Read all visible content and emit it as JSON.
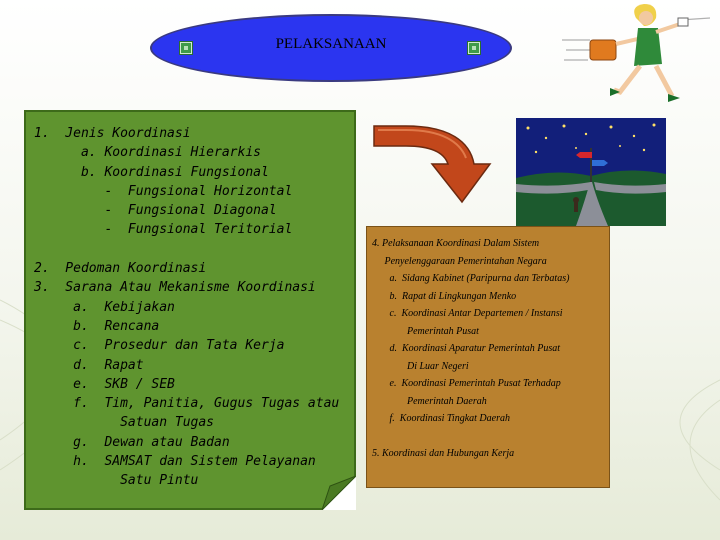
{
  "title": "PELAKSANAAN",
  "left_list": [
    "1.  Jenis Koordinasi",
    "      a. Koordinasi Hierarkis",
    "      b. Koordinasi Fungsional",
    "         -  Fungsional Horizontal",
    "         -  Fungsional Diagonal",
    "         -  Fungsional Teritorial",
    "",
    "2.  Pedoman Koordinasi",
    "3.  Sarana Atau Mekanisme Koordinasi",
    "     a.  Kebijakan",
    "     b.  Rencana",
    "     c.  Prosedur dan Tata Kerja",
    "     d.  Rapat",
    "     e.  SKB / SEB",
    "     f.  Tim, Panitia, Gugus Tugas atau",
    "           Satuan Tugas",
    "     g.  Dewan atau Badan",
    "     h.  SAMSAT dan Sistem Pelayanan",
    "           Satu Pintu"
  ],
  "right_list": [
    "4. Pelaksanaan Koordinasi Dalam Sistem",
    "     Penyelenggaraan Pemerintahan Negara",
    "       a.  Sidang Kabinet (Paripurna dan Terbatas)",
    "       b.  Rapat di Lingkungan Menko",
    "       c.  Koordinasi Antar Departemen / Instansi",
    "              Pemerintah Pusat",
    "       d.  Koordinasi Aparatur Pemerintah Pusat",
    "              Di Luar Negeri",
    "       e.  Koordinasi Pemerintah Pusat Terhadap",
    "              Pemerintah Daerah",
    "       f.  Koordinasi Tingkat Daerah",
    "",
    "5. Koordinasi dan Hubungan Kerja"
  ],
  "icons": {
    "bullet": "green-square-bullet-icon",
    "arrow": "curved-arrow-icon",
    "scene": "night-crossroads-illustration",
    "figure": "running-businesswoman-illustration"
  },
  "colors": {
    "title_oval": "#2b35f0",
    "left_panel": "#5f942f",
    "right_panel": "#b9812f",
    "arrow": "#c2471b"
  }
}
